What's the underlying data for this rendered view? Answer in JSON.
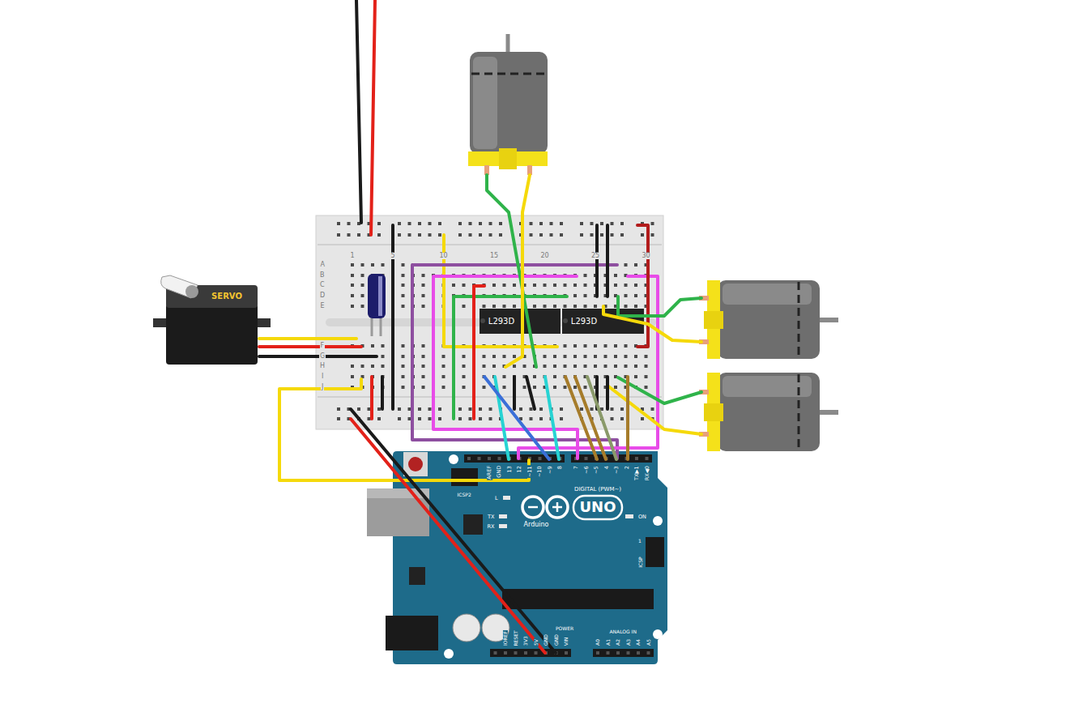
{
  "diagram": {
    "nodes": [
      {
        "text": [
          "SERVO"
        ]
      },
      {
        "text": [
          "L293D"
        ]
      },
      {
        "text": [
          "L293D"
        ]
      },
      {
        "text": [
          "UNO",
          "Arduino"
        ]
      }
    ],
    "labels": [
      "1",
      "5",
      "10",
      "15",
      "20",
      "25",
      "30",
      "A",
      "B",
      "C",
      "D",
      "E",
      "F",
      "G",
      "H",
      "I",
      "J",
      "AREF",
      "GND",
      "13",
      "12",
      "~11",
      "~10",
      "~9",
      "8",
      "7",
      "~6",
      "~5",
      "4",
      "~3",
      "2",
      "TX▶1",
      "RX◀0",
      "DIGITAL (PWM~)",
      "ICSP2",
      "L",
      "TX",
      "RX",
      "ON",
      "ICSP",
      "1",
      "IOREF",
      "RESET",
      "3V3",
      "5V",
      "GND",
      "GND",
      "VIN",
      "POWER",
      "A0",
      "A1",
      "A2",
      "A3",
      "A4",
      "A5",
      "ANALOG IN"
    ]
  }
}
